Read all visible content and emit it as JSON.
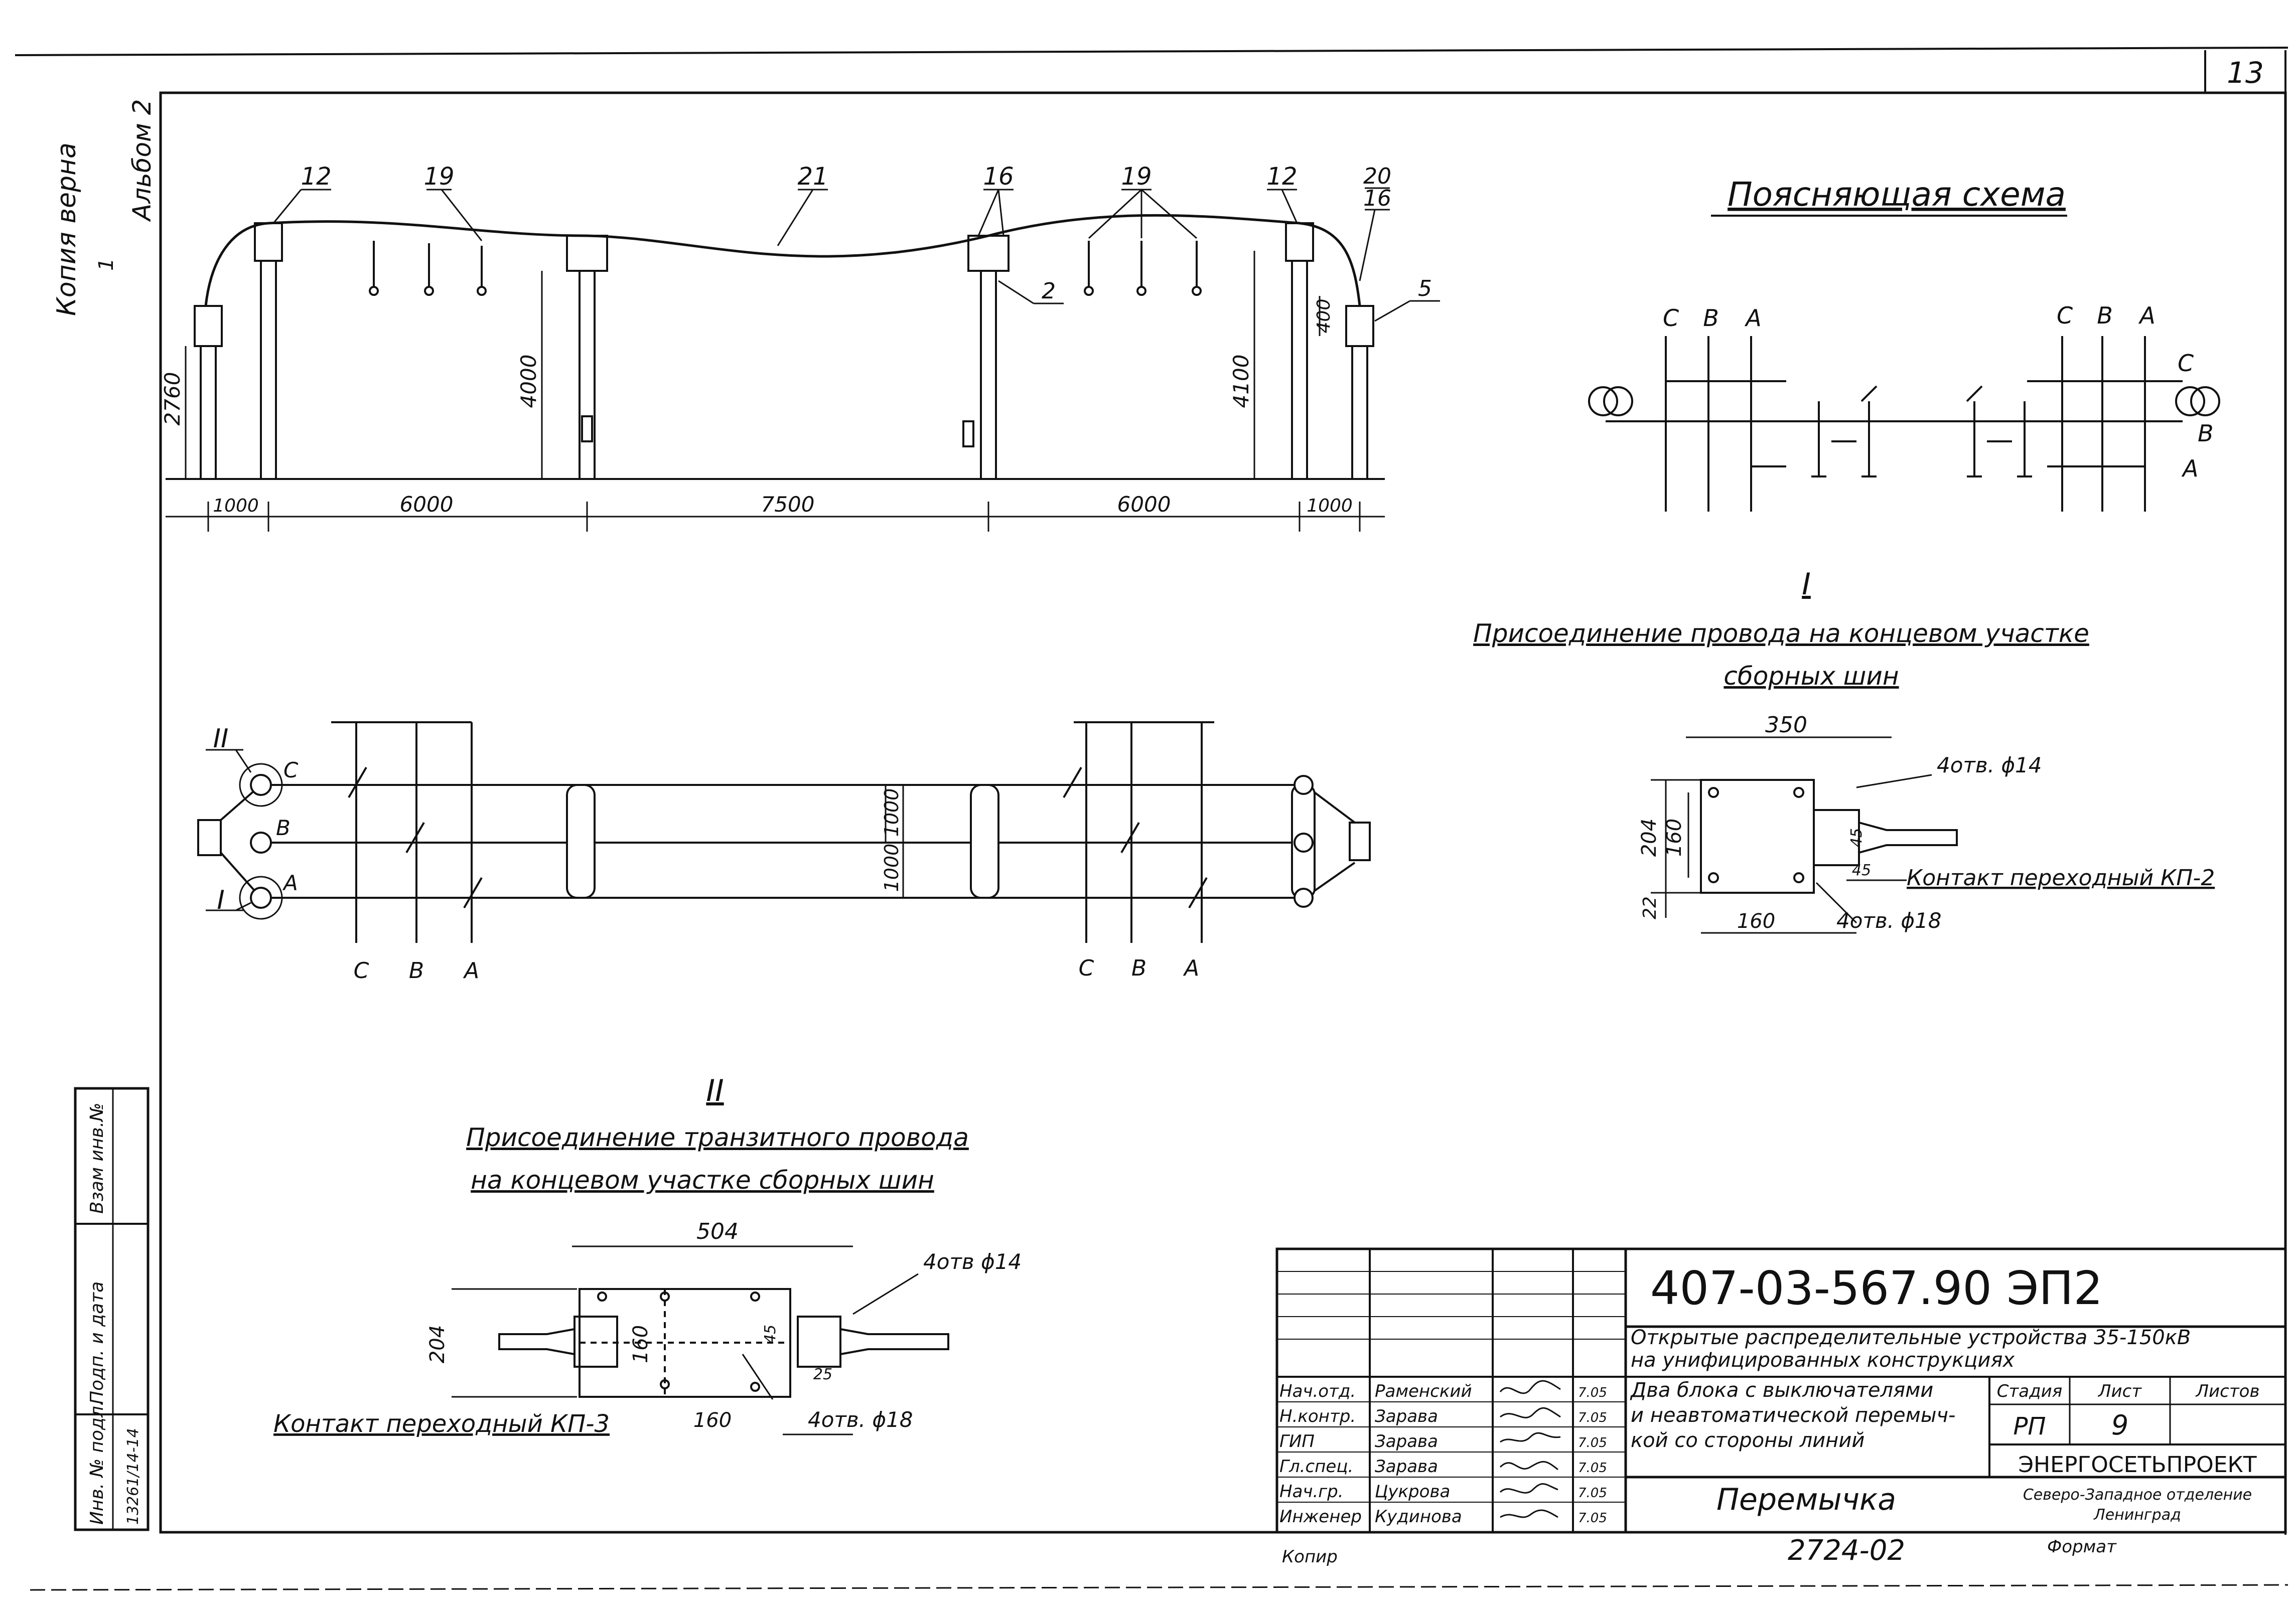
{
  "sheet": {
    "page_number": "13",
    "side_note_album": "Альбом 2",
    "side_note_copy": "Копия верна",
    "side_note_1": "1",
    "bottom_copy": "Копир"
  },
  "elevation": {
    "callouts": [
      "12",
      "19",
      "21",
      "16",
      "19",
      "12",
      "20",
      "16",
      "2",
      "5"
    ],
    "heights": [
      "2760",
      "4000",
      "4100",
      "400"
    ],
    "spans": [
      "1000",
      "6000",
      "7500",
      "6000",
      "1000"
    ]
  },
  "plan": {
    "phase_labels_left": [
      "C",
      "B",
      "A"
    ],
    "phase_labels_right": [
      "C",
      "B",
      "A"
    ],
    "node_labels": [
      "C",
      "B",
      "A"
    ],
    "section_marks": [
      "II",
      "I"
    ],
    "dims": [
      "1000",
      "1000"
    ]
  },
  "scheme": {
    "title": "Поясняющая схема",
    "left_phases": [
      "C",
      "B",
      "A"
    ],
    "right_phases_top": [
      "C",
      "B",
      "A"
    ],
    "right_phases_side": [
      "C",
      "B",
      "A"
    ]
  },
  "detail_I": {
    "mark": "I",
    "title_line1": "Присоединение провода на концевом участке",
    "title_line2": "сборных шин",
    "dim_width": "350",
    "dim_h1": "204",
    "dim_h2": "160",
    "dim_h3": "22",
    "dim_bottom": "160",
    "dim_small1": "45",
    "dim_small2": "45",
    "holes_top": "4отв. ϕ14",
    "holes_bottom": "4отв. ϕ18",
    "contact": "Контакт переходный КП-2"
  },
  "detail_II": {
    "mark": "II",
    "title_line1": "Присоединение транзитного провода",
    "title_line2": "на концевом участке сборных шин",
    "dim_width": "504",
    "dim_h1": "204",
    "dim_h2": "160",
    "dim_small1": "45",
    "dim_small2": "25",
    "dim_bottom": "160",
    "holes_top": "4отв ϕ14",
    "holes_bottom": "4отв. ϕ18",
    "contact": "Контакт переходный КП-3"
  },
  "side_stamp": {
    "cells": [
      "Взам инв.№",
      "Подп. и дата",
      "Инв. № подл.",
      "13261/14-14"
    ]
  },
  "title_block": {
    "doc_code": "407-03-567.90  ЭП2",
    "desc_line1": "Открытые распределительные устройства 35-150кВ",
    "desc_line2": "на унифицированных конструкциях",
    "desc_line3": "Два блока с выключателями",
    "desc_line4": "и неавтоматической перемыч-",
    "desc_line5": "кой со стороны линий",
    "sheet_name": "Перемычка",
    "hdr_stage": "Стадия",
    "hdr_sheet": "Лист",
    "hdr_sheets": "Листов",
    "stage": "РП",
    "sheet_no": "9",
    "org_name": "ЭНЕРГОСЕТЬПРОЕКТ",
    "org_branch": "Северо-Западное отделение",
    "org_city": "Ленинград",
    "drawing_no": "2724-02",
    "format": "Формат",
    "roles": [
      "Нач.отд.",
      "Н.контр.",
      "ГИП",
      "Гл.спец.",
      "Нач.гр.",
      "Инженер"
    ],
    "names": [
      "Раменский",
      "Зарава",
      "Зарава",
      "Зарава",
      "Цукрова",
      "Кудинова"
    ],
    "dates": [
      "7.05",
      "7.05",
      "7.05",
      "7.05",
      "7.05",
      "7.05"
    ]
  }
}
